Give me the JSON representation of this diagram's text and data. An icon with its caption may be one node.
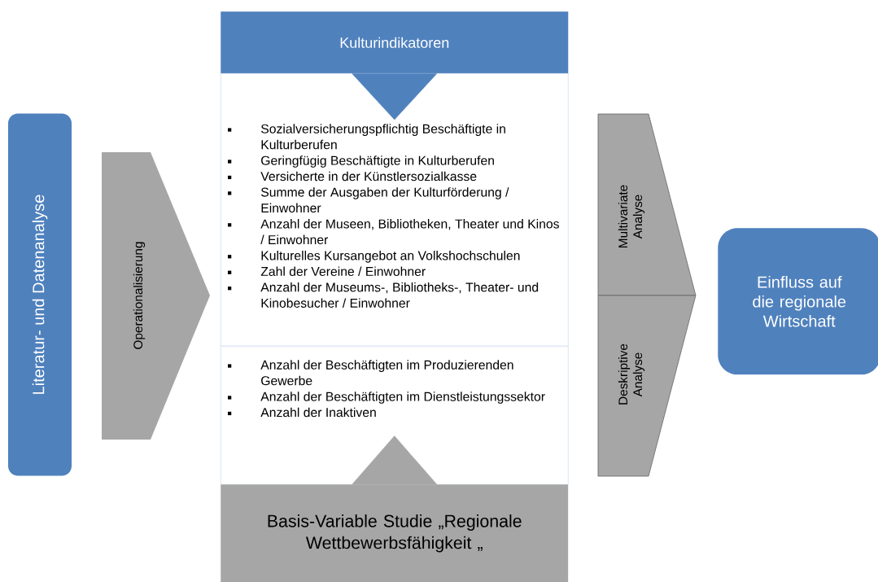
{
  "diagram": {
    "nodes": [
      {
        "text": [
          "Literatur- und Datenanalyse"
        ]
      },
      {
        "text": [
          "Operationalisierung"
        ]
      },
      {
        "text": [
          "Kulturindikatoren"
        ]
      },
      {
        "text": [
          "Sozialversicherungspflichtig Beschäftigte in Kulturberufen",
          "Geringfügig Beschäftigte in Kulturberufen",
          "Versicherte in der Künstlersozialkasse",
          "Summe der Ausgaben der Kulturförderung / Einwohner",
          "Anzahl der Museen, Bibliotheken, Theater und Kinos / Einwohner",
          "Kulturelles Kursangebot an Volkshochschulen",
          "Zahl der Vereine / Einwohner",
          "Anzahl der Museums-, Bibliotheks-, Theater- und Kinobesucher / Einwohner"
        ]
      },
      {
        "text": [
          "Anzahl der Beschäftigten im Produzierenden Gewerbe",
          "Anzahl der Beschäftigten im Dienstleistungssektor",
          "Anzahl der Inaktiven"
        ]
      },
      {
        "text": [
          "Basis-Variable Studie „Regionale Wettbewerbsfähigkeit „"
        ]
      },
      {
        "text": [
          "Multivariate Analyse"
        ]
      },
      {
        "text": [
          "Deskriptive Analyse"
        ]
      },
      {
        "text": [
          "Einfluss auf die regionale Wirtschaft"
        ]
      }
    ],
    "edges": [
      {
        "from": 2,
        "to": 3,
        "arrow": "to",
        "color": "#4f81bd"
      },
      {
        "from": 5,
        "to": 4,
        "arrow": "to",
        "color": "#a6a6a6"
      }
    ]
  }
}
